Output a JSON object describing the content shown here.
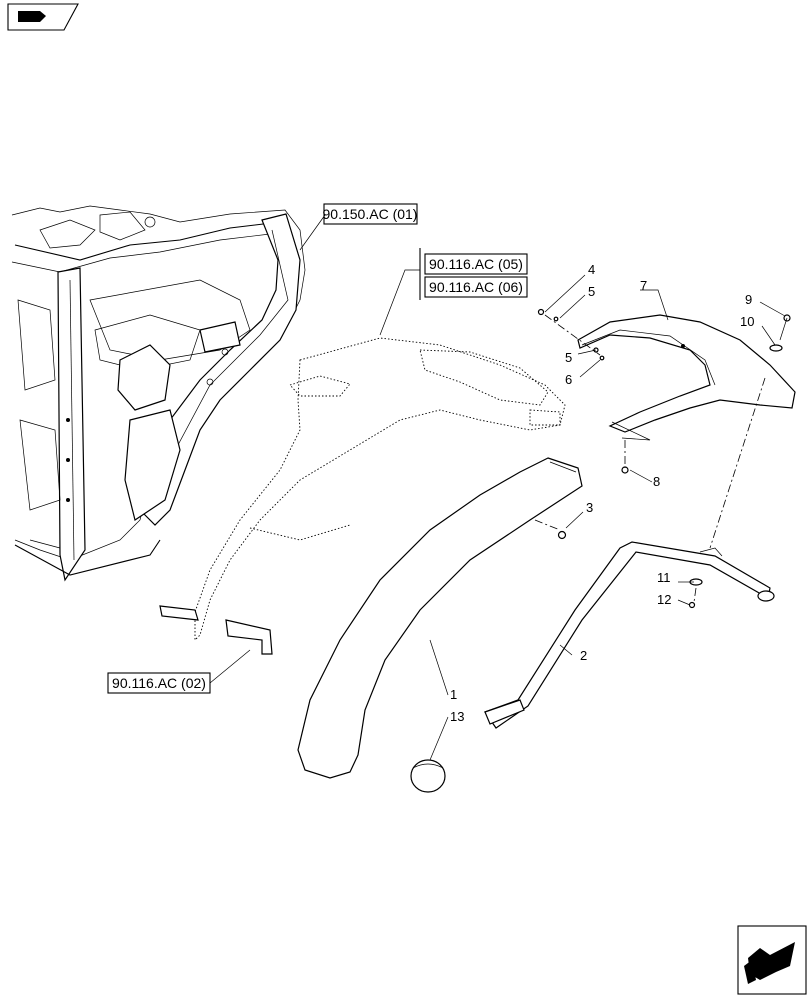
{
  "references": {
    "ref_150_01": "90.150.AC (01)",
    "ref_116_05": "90.116.AC (05)",
    "ref_116_06": "90.116.AC (06)",
    "ref_116_02": "90.116.AC (02)"
  },
  "callouts": {
    "c1": "1",
    "c2": "2",
    "c3": "3",
    "c4": "4",
    "c5a": "5",
    "c5b": "5",
    "c6": "6",
    "c7": "7",
    "c8": "8",
    "c9": "9",
    "c10": "10",
    "c11": "11",
    "c12": "12",
    "c13": "13"
  },
  "icons": {
    "top_left": "page-flag-icon",
    "bottom_right": "next-page-arrow-icon"
  }
}
